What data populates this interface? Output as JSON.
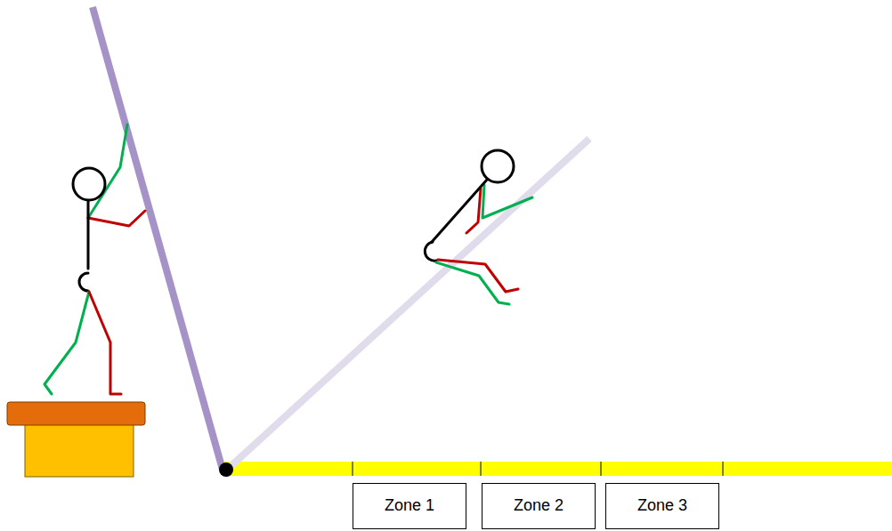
{
  "diagram": {
    "nodes": [
      {
        "text": [
          "Zone 1"
        ]
      },
      {
        "text": [
          "Zone 2"
        ]
      },
      {
        "text": [
          "Zone 3"
        ]
      }
    ]
  }
}
